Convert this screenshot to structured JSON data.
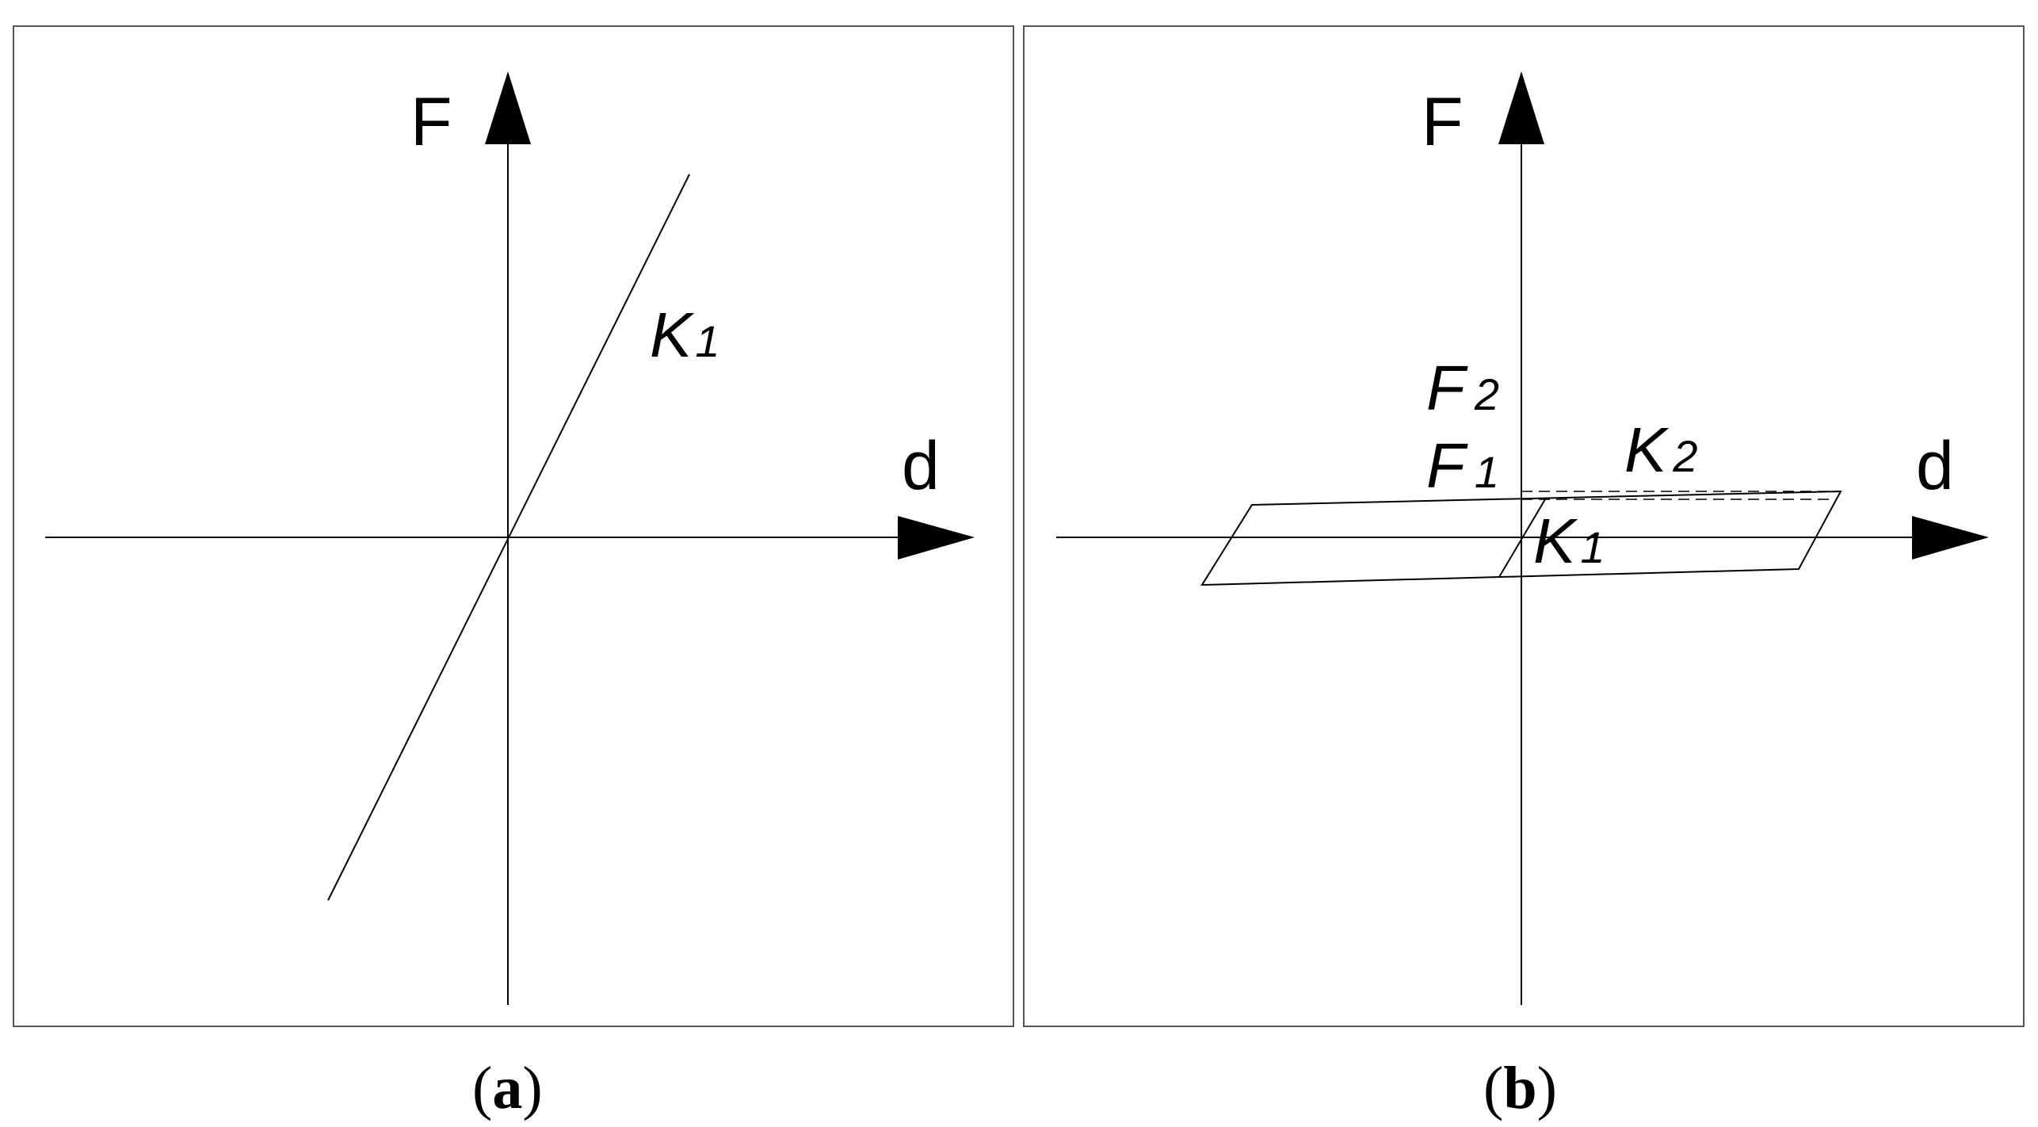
{
  "panel_a": {
    "axis_y": "F",
    "axis_x": "d",
    "slope_label": {
      "main": "K",
      "sub": "1"
    },
    "caption": {
      "open": "(",
      "letter": "a",
      "close": ")"
    }
  },
  "panel_b": {
    "axis_y": "F",
    "axis_x": "d",
    "f2_label": {
      "main": "F",
      "sub": "2"
    },
    "f1_label": {
      "main": "F",
      "sub": "1"
    },
    "k2_label": {
      "main": "K",
      "sub": "2"
    },
    "k1_label": {
      "main": "K",
      "sub": "1"
    },
    "caption": {
      "open": "(",
      "letter": "b",
      "close": ")"
    }
  },
  "colors": {
    "line": "#000000",
    "frame": "#555555",
    "background": "#ffffff"
  }
}
